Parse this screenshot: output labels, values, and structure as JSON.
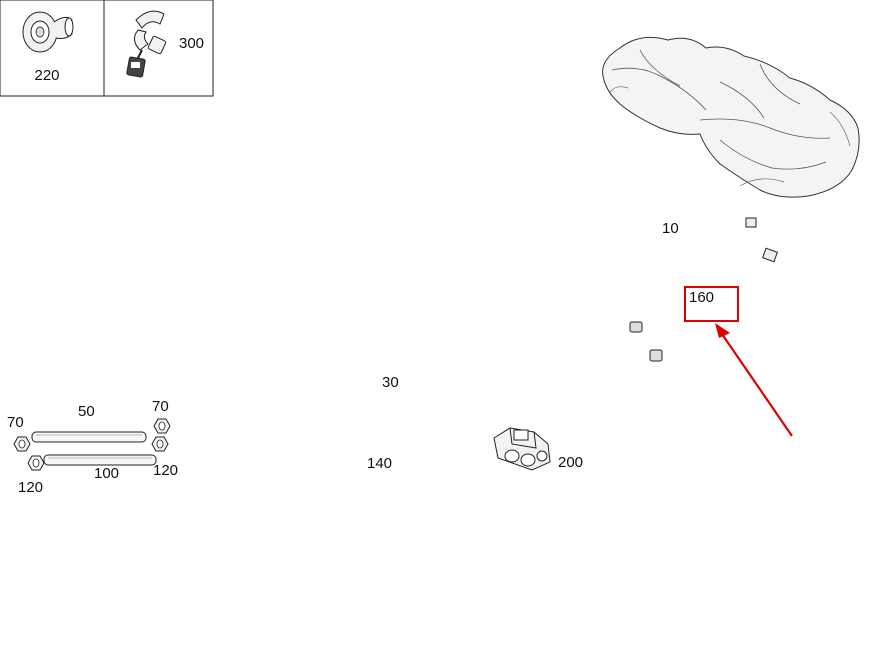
{
  "legend": {
    "cells": [
      {
        "number": "220",
        "icon": "grommet-icon"
      },
      {
        "number": "300",
        "icon": "clip-icon"
      }
    ]
  },
  "callouts": {
    "p10": "10",
    "p30": "30",
    "p50": "50",
    "p70_left": "70",
    "p70_right": "70",
    "p100": "100",
    "p120_left": "120",
    "p120_right": "120",
    "p140": "140",
    "p160": "160",
    "p200": "200"
  },
  "highlight": {
    "target": "160",
    "box_color": "#e00000",
    "arrow_color": "#e00000"
  }
}
